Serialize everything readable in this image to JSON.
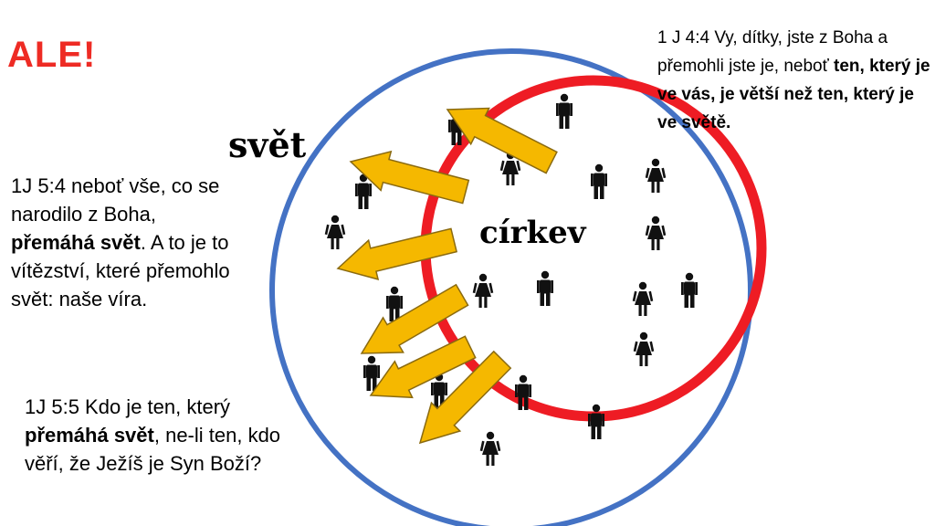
{
  "title": "ALE!",
  "colors": {
    "title": "#ee2b24",
    "world_circle": "#4472c4",
    "church_circle": "#ee1c24",
    "arrow_fill": "#f5b800",
    "arrow_stroke": "#8a6a10",
    "person": "#111111"
  },
  "labels": {
    "world": "svět",
    "church": "církev"
  },
  "verse_right": {
    "pre": "1 J 4:4 Vy, dítky, jste z Boha a přemohli jste je, neboť ",
    "bold": "ten, který je ve vás, je větší než ten, který je ve světě."
  },
  "verse_left_top": {
    "pre": "1J 5:4 neboť vše, co se narodilo z Boha, ",
    "bold": "přemáhá svět",
    "post": ". A to je to vítězství, které přemohlo svět: naše víra."
  },
  "verse_left_bottom": {
    "pre": "1J 5:5 Kdo je ten, který ",
    "bold": "přemáhá svět",
    "post": ", ne-li ten, kdo věří, že Ježíš je Syn Boží?"
  },
  "icons": {
    "person": "person-icon",
    "arrow": "outward-arrow-icon"
  }
}
